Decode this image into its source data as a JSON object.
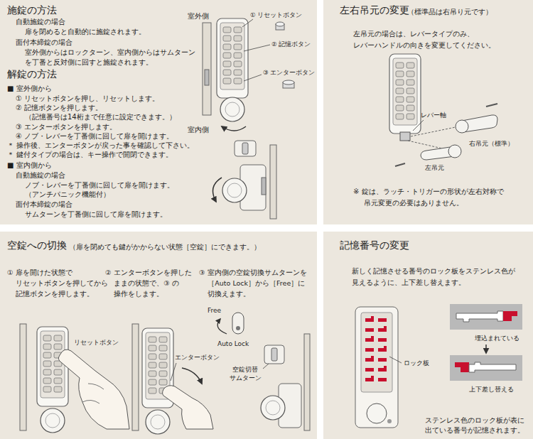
{
  "diagram": {
    "nodes": [
      {
        "text": [
          "施錠の方法",
          "自動施錠の場合",
          "扉を閉めると自動的に施錠されます。",
          "面付本締錠の場合",
          "室外側からはロックターン、室内側からはサムターン を丁番と反対側に回すと施錠されます。",
          "解錠の方法",
          "■ 室外側から",
          "① リセットボタンを押し、リセットします。",
          "② 記憶ボタンを押します。",
          "（記憶番号は14桁まで任意に設定できます。）",
          "③ エンターボタンを押します。",
          "④ ノブ・レバーを丁番側に回して扉を開けます。",
          "＊ 操作後、エンターボタンが戻った事を確認して下さい。",
          "＊ 鍵付タイプの場合は、キー操作で開閉できます。",
          "■ 室内側から",
          "自動施錠の場合",
          "ノブ・レバーを丁番側に回して扉を開けます。",
          "（アンチパニック機能付）",
          "面付本締錠の場合",
          "サムターンを丁番側に回して扉を開けます。"
        ]
      },
      {
        "text": [
          "左右吊元の変更",
          "（標準品は右吊り元です）",
          "左吊元の場合は、レバータイプのみ、 レバーハンドルの向きを変更してください。",
          "※ 錠は、ラッチ・トリガーの形状が左右対称で 吊元変更の必要はありません。"
        ]
      },
      {
        "text": [
          "空錠への切換",
          "（扉を閉めても鍵がかからない状態［空錠］にできます。）",
          "① 扉を開けた状態で リセットボタンを押してから 記憶ボタンを押します。",
          "② エンターボタンを押した ままの状態で、③ の 操作をします。",
          "③ 室内側の空錠切換サムターンを ［Auto Lock］から［Free］に 切換えます。"
        ]
      },
      {
        "text": [
          "記憶番号の変更",
          "新しく記憶させる番号のロック板をステンレス色が 見えるように、上下差し替えます。",
          "ステンレス色のロック板が表に 出ている番号が記憶されます。"
        ]
      }
    ],
    "labels": [
      "室外側",
      "① リセットボタン",
      "② 記憶ボタン",
      "③ エンターボタン",
      "室内側",
      "レバー軸",
      "右吊元（標準）",
      "左吊元",
      "リセットボタン",
      "エンターボタン",
      "Free",
      "Auto Lock",
      "空錠切替 サムターン",
      "ロック板",
      "埋込まれている",
      "上下差し替える"
    ]
  }
}
